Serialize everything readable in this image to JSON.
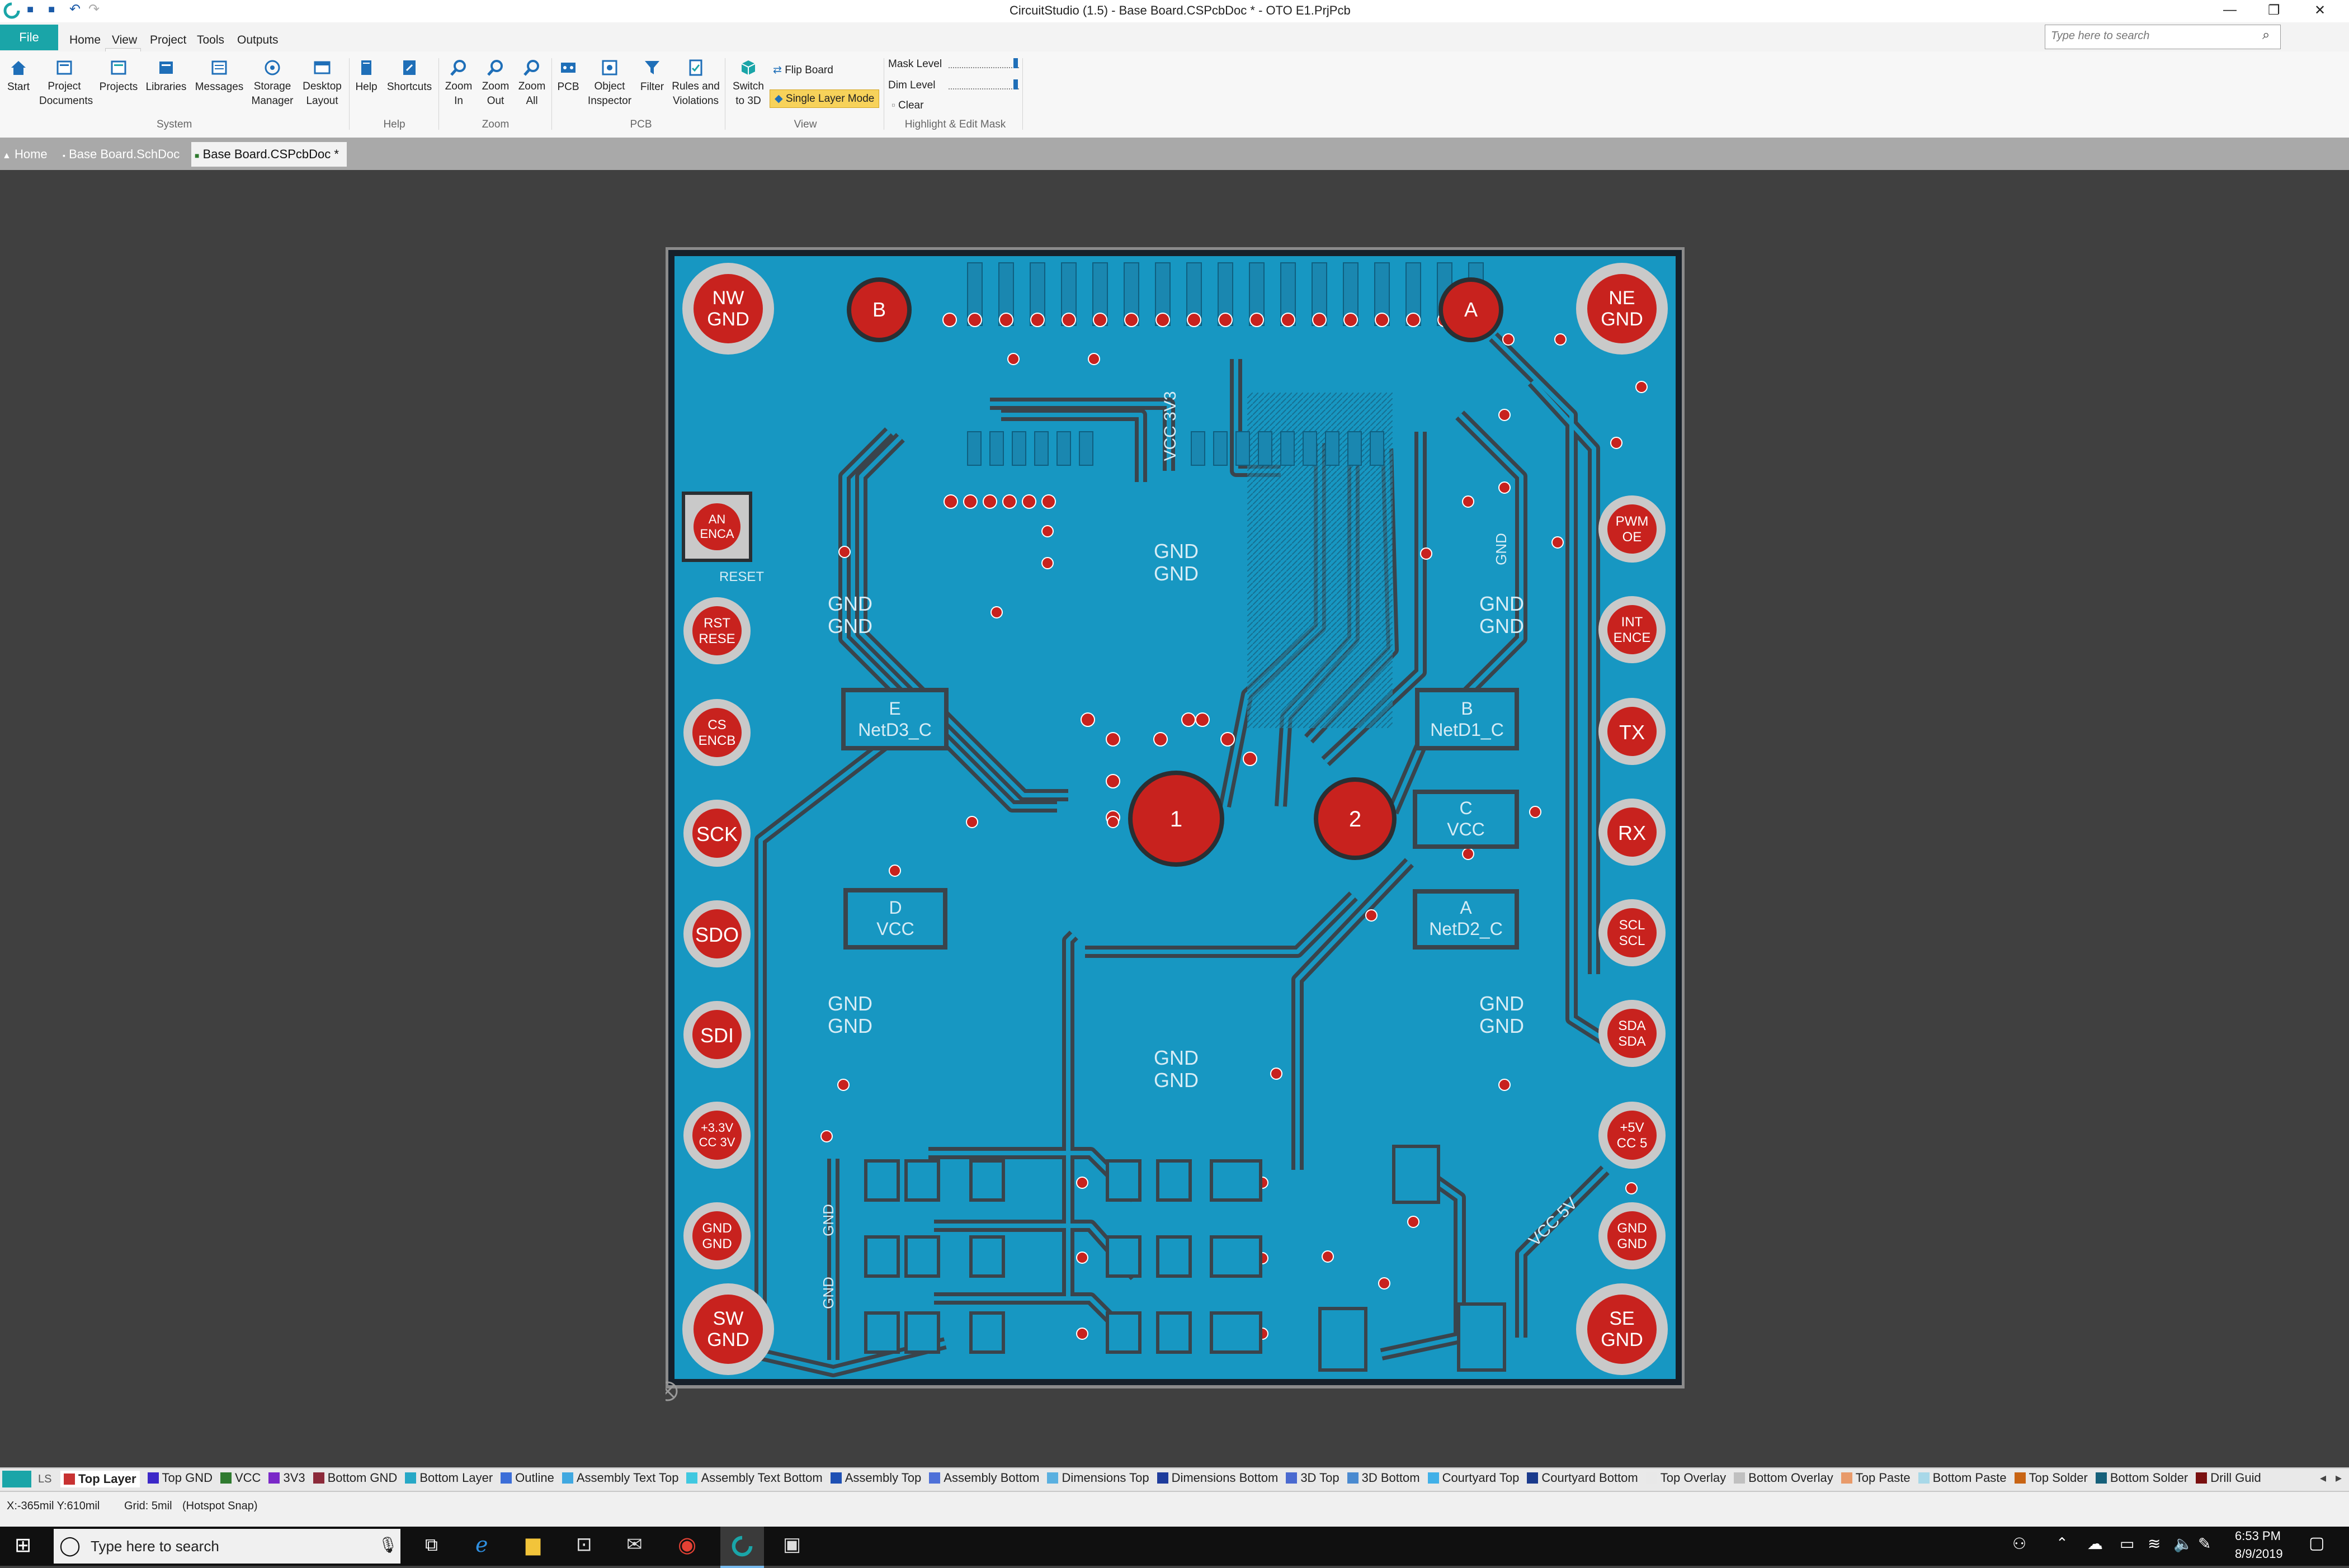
{
  "window": {
    "title": "CircuitStudio (1.5) - Base Board.CSPcbDoc * - OTO E1.PrjPcb",
    "search_placeholder": "Type here to search"
  },
  "menu": {
    "file": "File",
    "items": [
      "Home",
      "View",
      "Project",
      "Tools",
      "Outputs"
    ]
  },
  "ribbon": {
    "buttons": {
      "start": "Start",
      "project_documents": "Project Documents",
      "projects": "Projects",
      "libraries": "Libraries",
      "messages": "Messages",
      "storage_manager": "Storage Manager",
      "desktop_layout": "Desktop Layout",
      "help": "Help",
      "shortcuts": "Shortcuts",
      "zoom_in": "Zoom In",
      "zoom_out": "Zoom Out",
      "zoom_all": "Zoom All",
      "pcb": "PCB",
      "object_inspector": "Object Inspector",
      "filter": "Filter",
      "rules_and_violations": "Rules and Violations",
      "switch_to_3d": "Switch to 3D",
      "flip_board": "Flip Board",
      "single_layer_mode": "Single Layer Mode",
      "mask_level": "Mask Level",
      "dim_level": "Dim Level",
      "clear": "Clear"
    },
    "groups": {
      "system": "System",
      "help": "Help",
      "zoom": "Zoom",
      "pcb": "PCB",
      "view": "View",
      "highlight": "Highlight & Edit Mask"
    }
  },
  "doc_tabs": [
    "Home",
    "Base Board.SchDoc",
    "Base Board.CSPcbDoc *"
  ],
  "board": {
    "corner_holes": [
      {
        "l1": "NW",
        "l2": "GND"
      },
      {
        "l1": "NE",
        "l2": "GND"
      },
      {
        "l1": "SW",
        "l2": "GND"
      },
      {
        "l1": "SE",
        "l2": "GND"
      }
    ],
    "fiducials": [
      "B",
      "A"
    ],
    "mount_pads": [
      "1",
      "2"
    ],
    "left_pads": [
      {
        "l1": "AN",
        "l2": "ENCA"
      },
      {
        "l1": "RST",
        "l2": "RESE"
      },
      {
        "l1": "CS",
        "l2": "ENCB"
      },
      {
        "l1": "SCK",
        "l2": ""
      },
      {
        "l1": "SDO",
        "l2": ""
      },
      {
        "l1": "SDI",
        "l2": ""
      },
      {
        "l1": "+3.3V",
        "l2": "CC 3V"
      },
      {
        "l1": "GND",
        "l2": "GND"
      }
    ],
    "right_pads": [
      {
        "l1": "PWM",
        "l2": "OE"
      },
      {
        "l1": "INT",
        "l2": "ENCE"
      },
      {
        "l1": "TX",
        "l2": ""
      },
      {
        "l1": "RX",
        "l2": ""
      },
      {
        "l1": "SCL",
        "l2": "SCL"
      },
      {
        "l1": "SDA",
        "l2": "SDA"
      },
      {
        "l1": "+5V",
        "l2": "CC 5"
      },
      {
        "l1": "GND",
        "l2": "GND"
      }
    ],
    "gnd_labels": [
      "GND",
      "GND"
    ],
    "net_boxes": [
      {
        "l1": "E",
        "l2": "NetD3_C"
      },
      {
        "l1": "B",
        "l2": "NetD1_C"
      },
      {
        "l1": "C",
        "l2": "VCC"
      },
      {
        "l1": "D",
        "l2": "VCC"
      },
      {
        "l1": "A",
        "l2": "NetD2_C"
      }
    ],
    "trace_labels": {
      "vcc_3v3": "VCC 3V3",
      "vcc_5v": "VCC 5V",
      "reset": "RESET",
      "gnd": "GND"
    }
  },
  "layers": [
    {
      "name": "Top Layer",
      "color": "#c83232"
    },
    {
      "name": "Top GND",
      "color": "#3c28c8"
    },
    {
      "name": "VCC",
      "color": "#2f7a2f"
    },
    {
      "name": "3V3",
      "color": "#7a28c8"
    },
    {
      "name": "Bottom GND",
      "color": "#8c2a3a"
    },
    {
      "name": "Bottom Layer",
      "color": "#27a8c6"
    },
    {
      "name": "Outline",
      "color": "#3c6ed8"
    },
    {
      "name": "Assembly Text Top",
      "color": "#40a8e0"
    },
    {
      "name": "Assembly Text Bottom",
      "color": "#40c8e0"
    },
    {
      "name": "Assembly Top",
      "color": "#1e50b4"
    },
    {
      "name": "Assembly Bottom",
      "color": "#4e70d8"
    },
    {
      "name": "Dimensions Top",
      "color": "#5ab0e0"
    },
    {
      "name": "Dimensions Bottom",
      "color": "#1e3c9c"
    },
    {
      "name": "3D Top",
      "color": "#4a6ad0"
    },
    {
      "name": "3D Bottom",
      "color": "#4a8ad0"
    },
    {
      "name": "Courtyard Top",
      "color": "#40b0e8"
    },
    {
      "name": "Courtyard Bottom",
      "color": "#1a3a8c"
    },
    {
      "name": "Top Overlay",
      "color": "#e8e8e8"
    },
    {
      "name": "Bottom Overlay",
      "color": "#c0c0c0"
    },
    {
      "name": "Top Paste",
      "color": "#e89a6a"
    },
    {
      "name": "Bottom Paste",
      "color": "#a8d8e8"
    },
    {
      "name": "Top Solder",
      "color": "#c86414"
    },
    {
      "name": "Bottom Solder",
      "color": "#16607a"
    },
    {
      "name": "Drill Guid",
      "color": "#7a1010"
    }
  ],
  "layer_tab": "LS",
  "status": {
    "coords": "X:-365mil Y:610mil",
    "grid": "Grid: 5mil",
    "snap": "(Hotspot Snap)"
  },
  "taskbar": {
    "search": "Type here to search",
    "time": "6:53 PM",
    "date": "8/9/2019"
  },
  "colors": {
    "board_copper": "#1797c2",
    "trace_clearance": "#3d4a52",
    "pad_red": "#c8221e",
    "ribbon_highlight": "#f7d25a",
    "accent_teal": "#1aa5a8"
  }
}
